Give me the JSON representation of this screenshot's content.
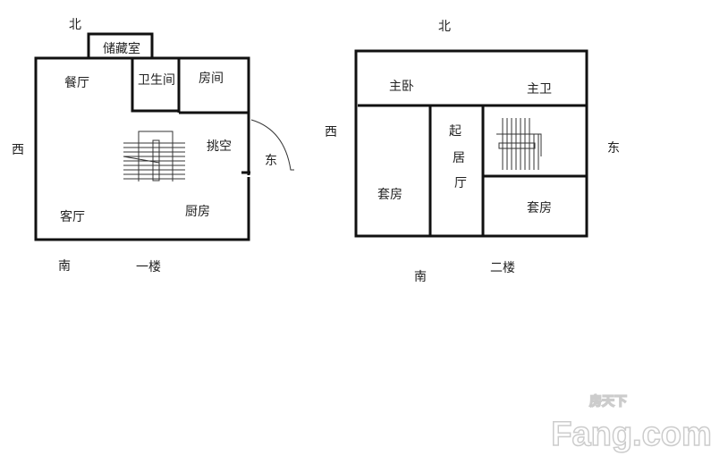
{
  "floor1": {
    "title": "一楼",
    "compass": {
      "north": "北",
      "west": "西",
      "east": "东",
      "south": "南"
    },
    "rooms": {
      "storage": "储藏室",
      "dining": "餐厅",
      "bathroom": "卫生间",
      "room": "房间",
      "void": "挑空",
      "living": "客厅",
      "kitchen": "厨房"
    }
  },
  "floor2": {
    "title": "二楼",
    "compass": {
      "north": "北",
      "west": "西",
      "east": "东",
      "south": "南"
    },
    "rooms": {
      "master_bedroom": "主卧",
      "master_bath": "主卫",
      "living_1": "起",
      "living_2": "居",
      "living_3": "厅",
      "suite_left": "套房",
      "suite_right": "套房"
    }
  },
  "watermark": {
    "brand": "Fang.com",
    "brand_cn": "房天下"
  }
}
